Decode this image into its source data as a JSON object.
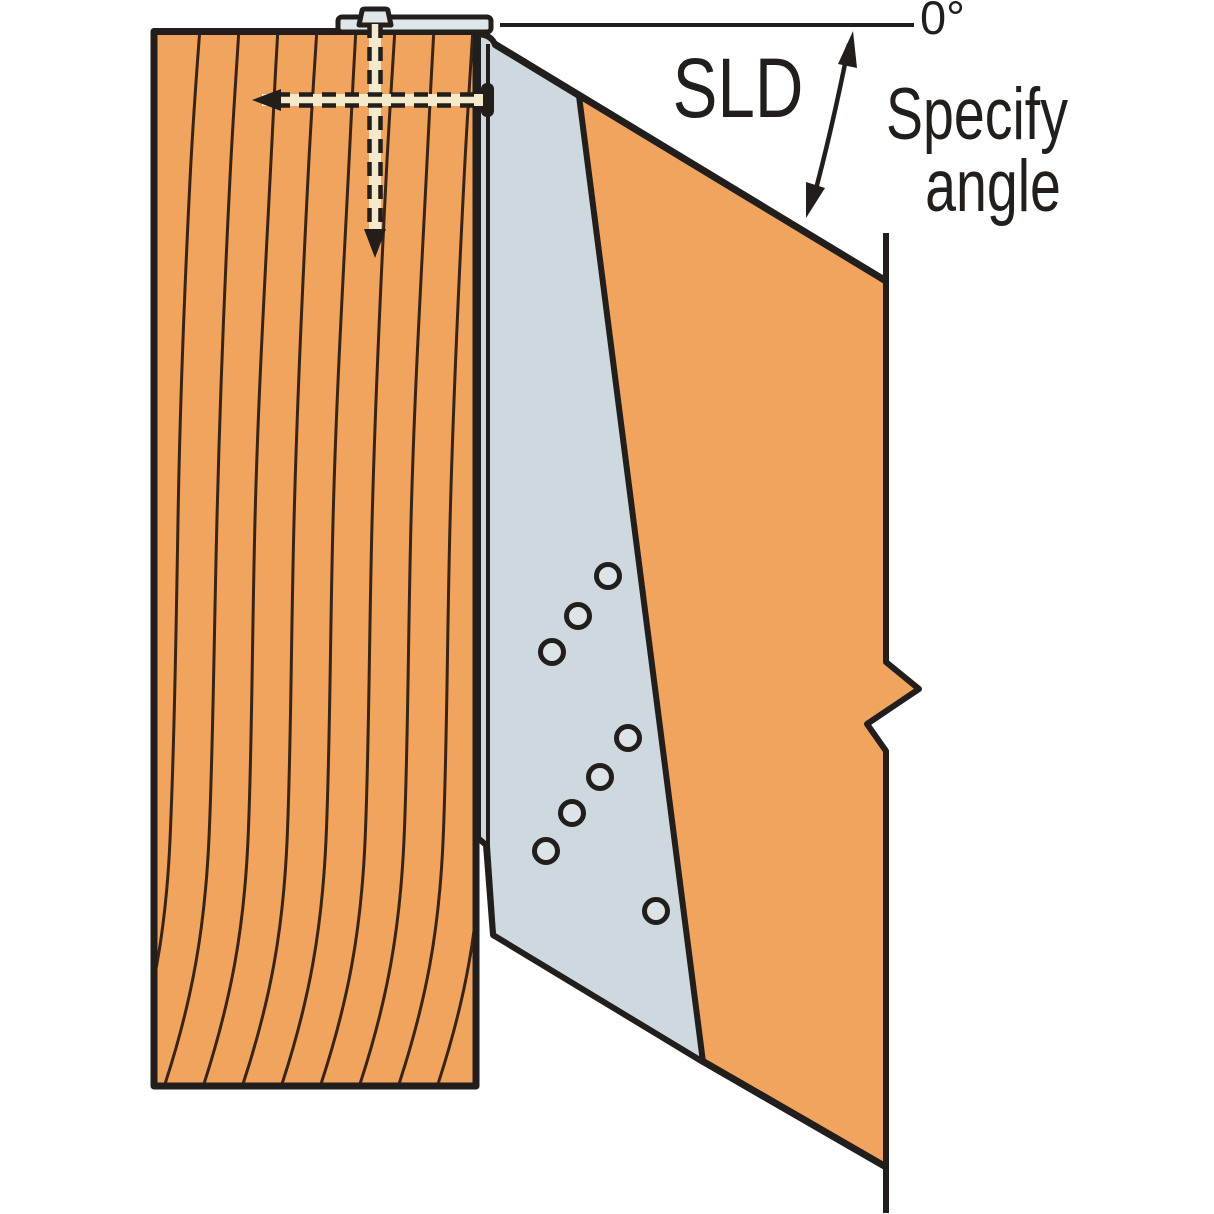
{
  "labels": {
    "product_code": "SLD",
    "angle_reference": "0°",
    "instruction_line1": "Specify",
    "instruction_line2": "angle"
  },
  "colors": {
    "background": "#FFFFFF",
    "ink": "#221E1B",
    "wood": "#F0A45E",
    "grain": "#392416",
    "metal": "#CDD9DE",
    "metal_light": "#DEE6EA",
    "hole": "#DCE4E8",
    "screw_shank": "#F5E9CC"
  },
  "icons": {
    "angle_range_arrow": "curved-double-headed-arrow",
    "hidden_fastener_arrow": "dashed-arrow",
    "member_break": "zigzag-break-line"
  },
  "fastener_holes": {
    "count": 8
  }
}
